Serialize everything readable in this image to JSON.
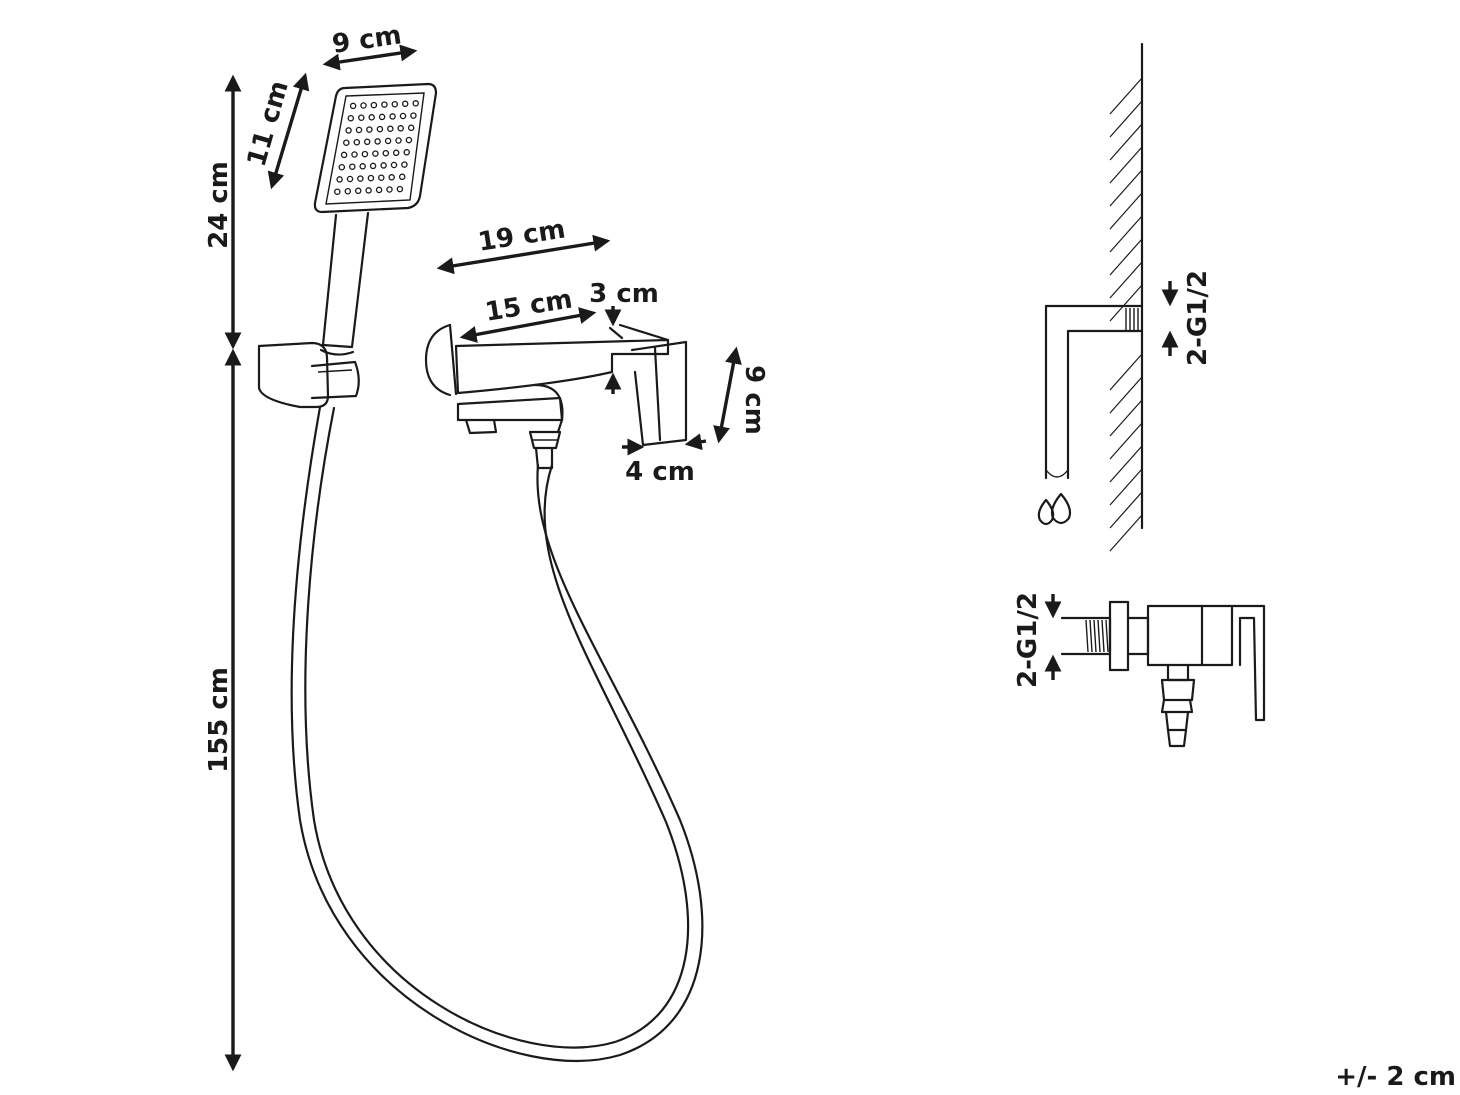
{
  "labels": {
    "showerhead_width": "9 cm",
    "showerhead_length": "11 cm",
    "handset_height": "24 cm",
    "hose_length": "155 cm",
    "mixer_total_width": "19 cm",
    "mixer_body_width": "15 cm",
    "mixer_body_depth": "3 cm",
    "lever_height": "9 cm",
    "lever_width": "4 cm",
    "thread_wall": "2-G1/2",
    "thread_fitting": "2-G1/2",
    "tolerance": "+/- 2 cm"
  },
  "icons": {
    "water": "water-drops-icon"
  }
}
